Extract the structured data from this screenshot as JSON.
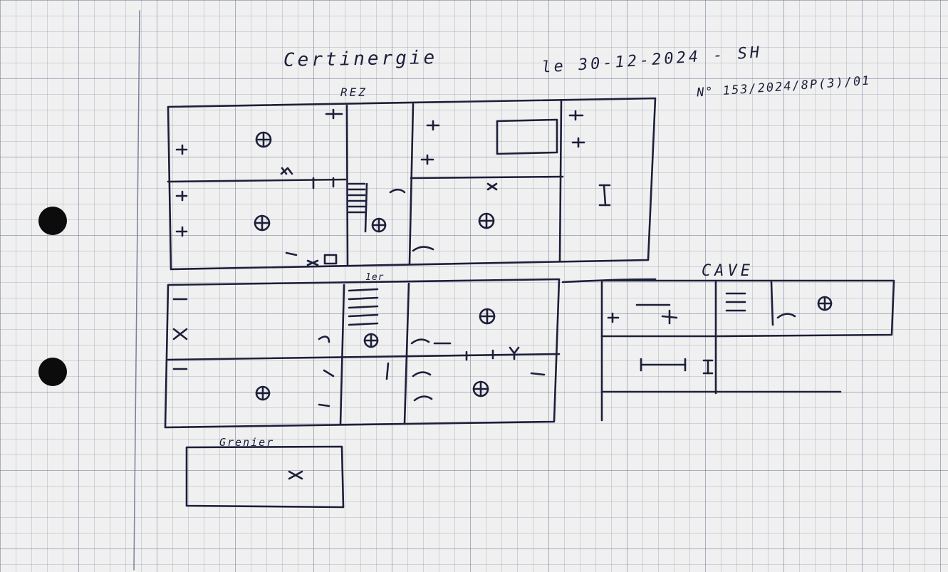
{
  "header": {
    "title": "Certinergie",
    "date_line": "le 30-12-2024 - SH",
    "reference": "N° 153/2024/8P(3)/01"
  },
  "plan": {
    "level_rez": "REZ",
    "level_first": "1er",
    "level_cave": "CAVE",
    "level_attic": "Grenier"
  },
  "colors": {
    "ink": "#1d1f3a",
    "paper": "#f0f0f1",
    "punch_hole": "#0c0c0c",
    "margin_line": "#7a7f99"
  }
}
